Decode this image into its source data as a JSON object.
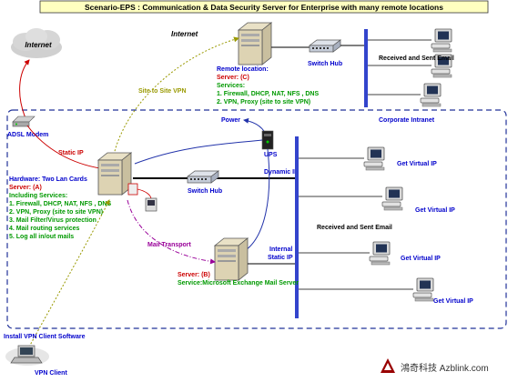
{
  "title": "Scenario-EPS : Communication & Data Security Server for Enterprise with many remote locations",
  "labels": {
    "internet_cloud": "Internet",
    "internet_top": "Internet",
    "switch_hub_top": "Switch Hub",
    "received_sent_top": "Received and Sent Email",
    "remote_location": "Remote location:",
    "server_c": "Server: (C)",
    "services": "Services:",
    "remote_svc1": "1. Firewall,  DHCP, NAT, NFS , DNS",
    "remote_svc2": "2. VPN, Proxy (site to site VPN)",
    "site_to_site_vpn": "Site to Site VPN",
    "adsl_modem": "ADSL Modem",
    "static_ip": "Static IP",
    "power": "Power",
    "ups": "UPS",
    "corporate_intranet": "Corporate Intranet",
    "dynamic_ip": "Dynamic IP",
    "switch_hub_main": "Switch Hub",
    "hardware": "Hardware: Two Lan Cards",
    "server_a": "Server:  (A)",
    "including_services": "Including Services:",
    "svc_a1": "1. Firewall,  DHCP, NAT, NFS , DNS",
    "svc_a2": "2. VPN, Proxy (site to site VPN)",
    "svc_a3": "3. Mail Filter/Virus protection",
    "svc_a4": "4. Mail routing services",
    "svc_a5": "5. Log all in/out mails",
    "get_virtual_ip": "Get Virtual IP",
    "received_sent_main": "Received and Sent Email",
    "mail_transport": "Mail Transport",
    "internal_static_ip_1": "Internal",
    "internal_static_ip_2": "Static IP",
    "server_b": "Server: (B)",
    "service_b": "Service:Microsoft Exchange Mail Server",
    "install_vpn": "Install VPN Client Software",
    "vpn_client": "VPN Client",
    "watermark": "鴻奇科技  Azblink.com"
  },
  "colors": {
    "title_bg": "#ffffc0",
    "blue_text": "#0000cc",
    "red_text": "#cc0000",
    "green_text": "#009900",
    "purple_text": "#990099",
    "olive_text": "#999900",
    "bus": "#3344cc"
  }
}
